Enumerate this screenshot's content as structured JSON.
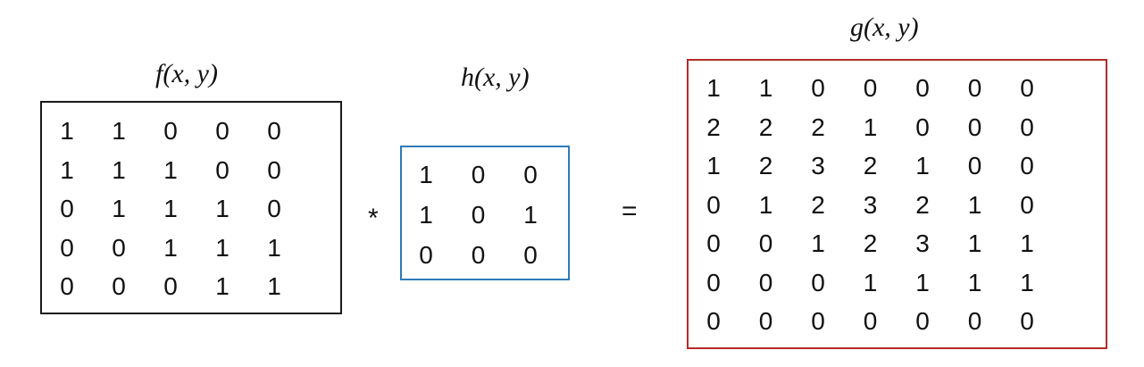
{
  "f": {
    "label": "f(x, y)",
    "border_color": "#1a1a1a",
    "rows": [
      [
        "1",
        "1",
        "0",
        "0",
        "0"
      ],
      [
        "1",
        "1",
        "1",
        "0",
        "0"
      ],
      [
        "0",
        "1",
        "1",
        "1",
        "0"
      ],
      [
        "0",
        "0",
        "1",
        "1",
        "1"
      ],
      [
        "0",
        "0",
        "0",
        "1",
        "1"
      ]
    ]
  },
  "operator_convolve": "*",
  "h": {
    "label": "h(x, y)",
    "border_color": "#2e7bb8",
    "rows": [
      [
        "1",
        "0",
        "0"
      ],
      [
        "1",
        "0",
        "1"
      ],
      [
        "0",
        "0",
        "0"
      ]
    ]
  },
  "operator_equals": "=",
  "g": {
    "label": "g(x, y)",
    "border_color": "#b52a2a",
    "rows": [
      [
        "1",
        "1",
        "0",
        "0",
        "0",
        "0",
        "0"
      ],
      [
        "2",
        "2",
        "2",
        "1",
        "0",
        "0",
        "0"
      ],
      [
        "1",
        "2",
        "3",
        "2",
        "1",
        "0",
        "0"
      ],
      [
        "0",
        "1",
        "2",
        "3",
        "2",
        "1",
        "0"
      ],
      [
        "0",
        "0",
        "1",
        "2",
        "3",
        "1",
        "1"
      ],
      [
        "0",
        "0",
        "0",
        "1",
        "1",
        "1",
        "1"
      ],
      [
        "0",
        "0",
        "0",
        "0",
        "0",
        "0",
        "0"
      ]
    ]
  }
}
